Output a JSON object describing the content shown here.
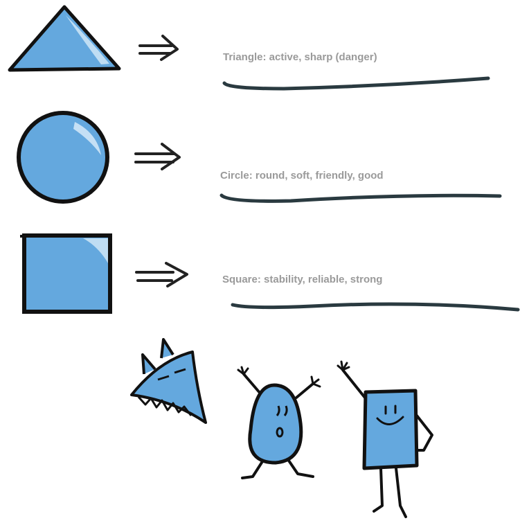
{
  "colors": {
    "shape_fill": "#64a8de",
    "shape_highlight": "#cfe6f7",
    "outline": "#111111",
    "label_text": "#9a9a9a",
    "underline": "#2a3a40"
  },
  "rows": [
    {
      "shape": "triangle",
      "label": "Triangle: active, sharp (danger)"
    },
    {
      "shape": "circle",
      "label": "Circle: round, soft, friendly, good"
    },
    {
      "shape": "square",
      "label": "Square: stability, reliable, strong"
    }
  ],
  "characters": [
    {
      "name": "triangle-monster",
      "mood": "menacing"
    },
    {
      "name": "circle-character",
      "mood": "surprised"
    },
    {
      "name": "square-character",
      "mood": "happy"
    }
  ]
}
